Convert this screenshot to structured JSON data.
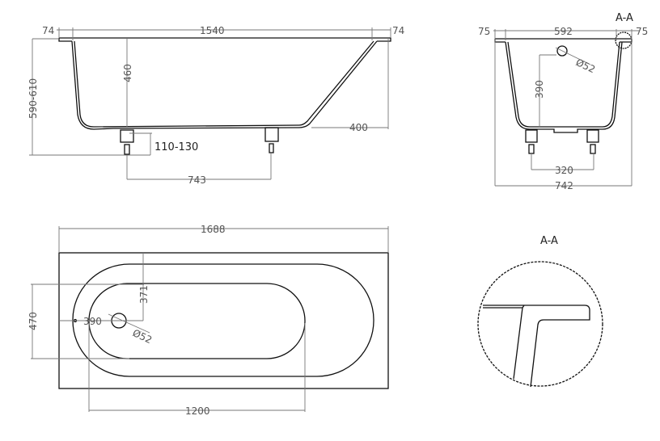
{
  "side_view": {
    "rim_left": "74",
    "inner_length": "1540",
    "rim_right": "74",
    "total_height": "590-610",
    "inner_depth": "460",
    "slope_length": "400",
    "leg_height": "110-130",
    "leg_spacing": "743"
  },
  "section_view": {
    "label": "A-A",
    "rim_left": "75",
    "inner_width": "592",
    "rim_right": "75",
    "drain_diameter": "Ø52",
    "drain_height": "390",
    "leg_spacing": "320",
    "total_width": "742"
  },
  "plan_view": {
    "total_length": "1688",
    "width": "470",
    "drain_offset_y": "371",
    "drain_offset_x": "390",
    "drain_diameter": "Ø52",
    "bottom_length": "1200"
  },
  "detail_view": {
    "label": "A-A"
  }
}
